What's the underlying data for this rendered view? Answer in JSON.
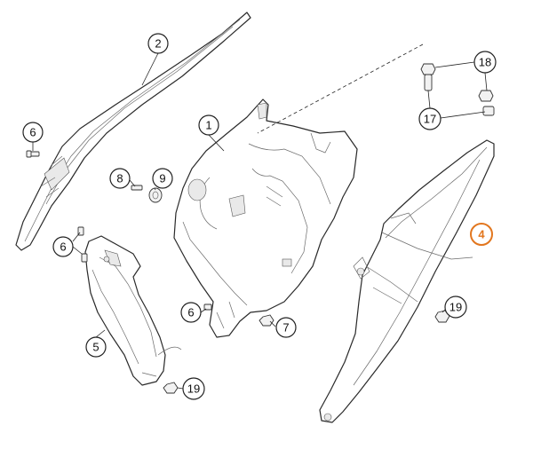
{
  "callouts": {
    "c1": "1",
    "c2": "2",
    "c4": "4",
    "c5": "5",
    "c6a": "6",
    "c6b": "6",
    "c6c": "6",
    "c7": "7",
    "c8": "8",
    "c9": "9",
    "c17": "17",
    "c18": "18",
    "c19a": "19",
    "c19b": "19"
  },
  "colors": {
    "highlight": "#e2761e",
    "line": "#222222"
  }
}
